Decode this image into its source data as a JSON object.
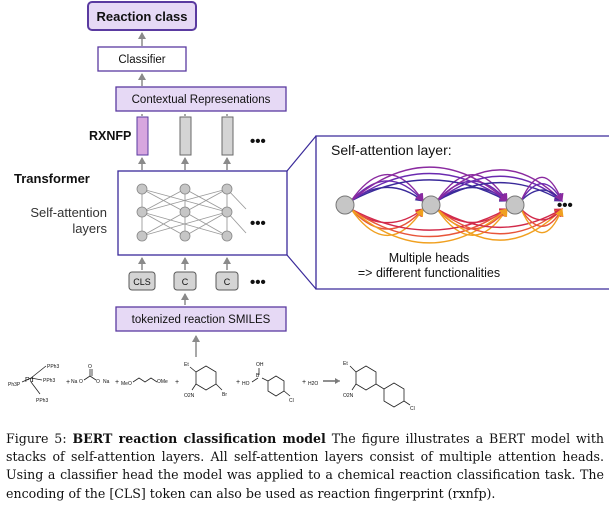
{
  "diagram": {
    "reaction_class": "Reaction class",
    "classifier": "Classifier",
    "contextual": "Contextual Represenations",
    "rxnfp": "RXNFP",
    "transformer": "Transformer",
    "self_attention_layers_line1": "Self-attention",
    "self_attention_layers_line2": "layers",
    "tokenized": "tokenized reaction SMILES",
    "tokens": [
      "CLS",
      "C",
      "C"
    ],
    "ellipsis": "•••",
    "inset_title": "Self-attention layer:",
    "heads_line1": "Multiple heads",
    "heads_line2": "=> different functionalities"
  },
  "chemistry": {
    "pd_atom": "Pd",
    "pph3": "PPh3",
    "ph3p": "Ph3P",
    "na": "Na",
    "o": "O",
    "meo": "MeO",
    "ome": "OMe",
    "br": "Br",
    "oh": "OH",
    "ho": "HO",
    "b": "B",
    "cl": "Cl",
    "o2n": "O2N",
    "h2o": "H2O",
    "plus": "+"
  },
  "caption": {
    "label": "Figure 5:",
    "title": "BERT reaction classification model",
    "text": "The figure illustrates a BERT model with stacks of self-attention layers. All self-attention layers consist of multiple attention heads. Using a classifier head the model was applied to a chemical reaction classification task. The encoding of the [CLS] token can also be used as reaction fingerprint (rxnfp)."
  },
  "colors": {
    "purple_border": "#5a3aa0",
    "purple_fill": "#e6d9f5",
    "rxnfp_bar": "#d7a6df",
    "gray_bar": "#d4d4d4",
    "arrow": "#8a8a8a",
    "node": "#c6c6c6"
  }
}
